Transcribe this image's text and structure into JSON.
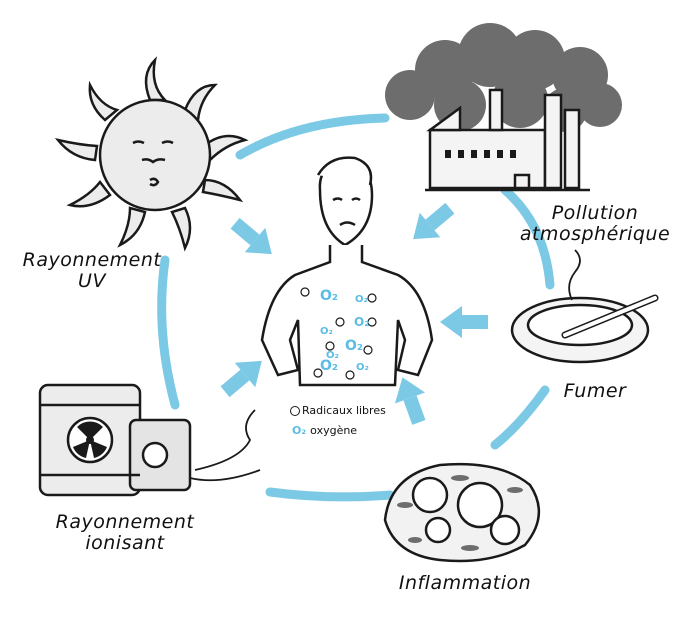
{
  "labels": {
    "uv": "Rayonnement\nUV",
    "pollution": "Pollution\natmosphérique",
    "smoking": "Fumer",
    "inflammation": "Inflammation",
    "ionizing": "Rayonnement\nionisant"
  },
  "legend": {
    "free_radicals": "Radicaux libres",
    "oxygen_symbol": "O₂",
    "oxygen": "oxygène"
  },
  "body_markers": [
    "O₂",
    "O₂",
    "O₂",
    "O₂",
    "O₂",
    "O₂",
    "O₂",
    "O₂"
  ],
  "colors": {
    "arrow": "#7cc9e6",
    "cycle": "#7cc9e6",
    "oxygen": "#5bbde4",
    "smoke": "#6d6d6d",
    "ink": "#1a1a1a"
  }
}
